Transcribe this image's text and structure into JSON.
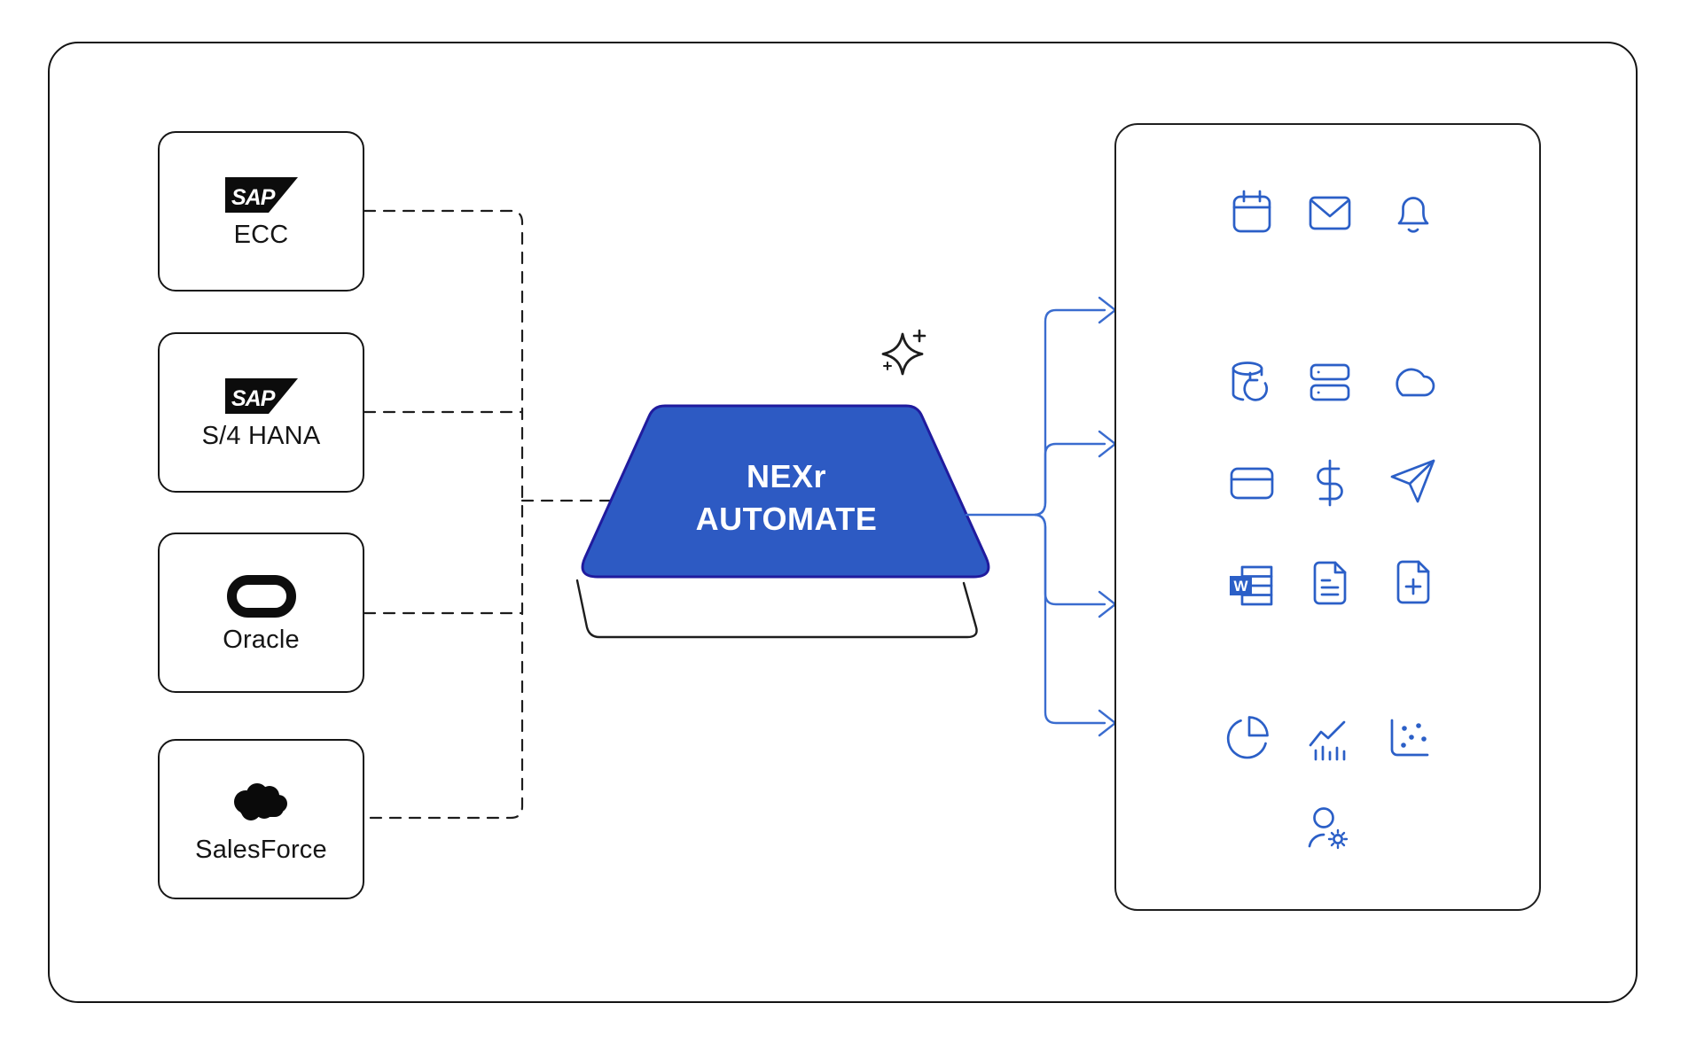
{
  "colors": {
    "line_black": "#1d1d1d",
    "icon_blue": "#2b5fc7",
    "flow_blue": "#4377d6",
    "branch_blue": "#3a6ccf",
    "hub_fill": "#2d5ac3",
    "hub_border": "#201b9e"
  },
  "sources": [
    {
      "label": "ECC",
      "logo_text": "SAP"
    },
    {
      "label": "S/4 HANA",
      "logo_text": "SAP"
    },
    {
      "label": "Oracle"
    },
    {
      "label": "SalesForce"
    }
  ],
  "hub": {
    "title_line1": "NEXr",
    "title_line2": "AUTOMATE",
    "decoration": "sparkle-icon"
  },
  "panel": {
    "word_glyph": "W",
    "icons": [
      "calendar",
      "mail",
      "notification-bell",
      "database-sync",
      "server",
      "cloud",
      "credit-card",
      "dollar-currency",
      "send-paper-plane",
      "word-document",
      "document-text",
      "file-add",
      "pie-chart",
      "performance-chart",
      "scatter-plot",
      "user-settings"
    ]
  }
}
